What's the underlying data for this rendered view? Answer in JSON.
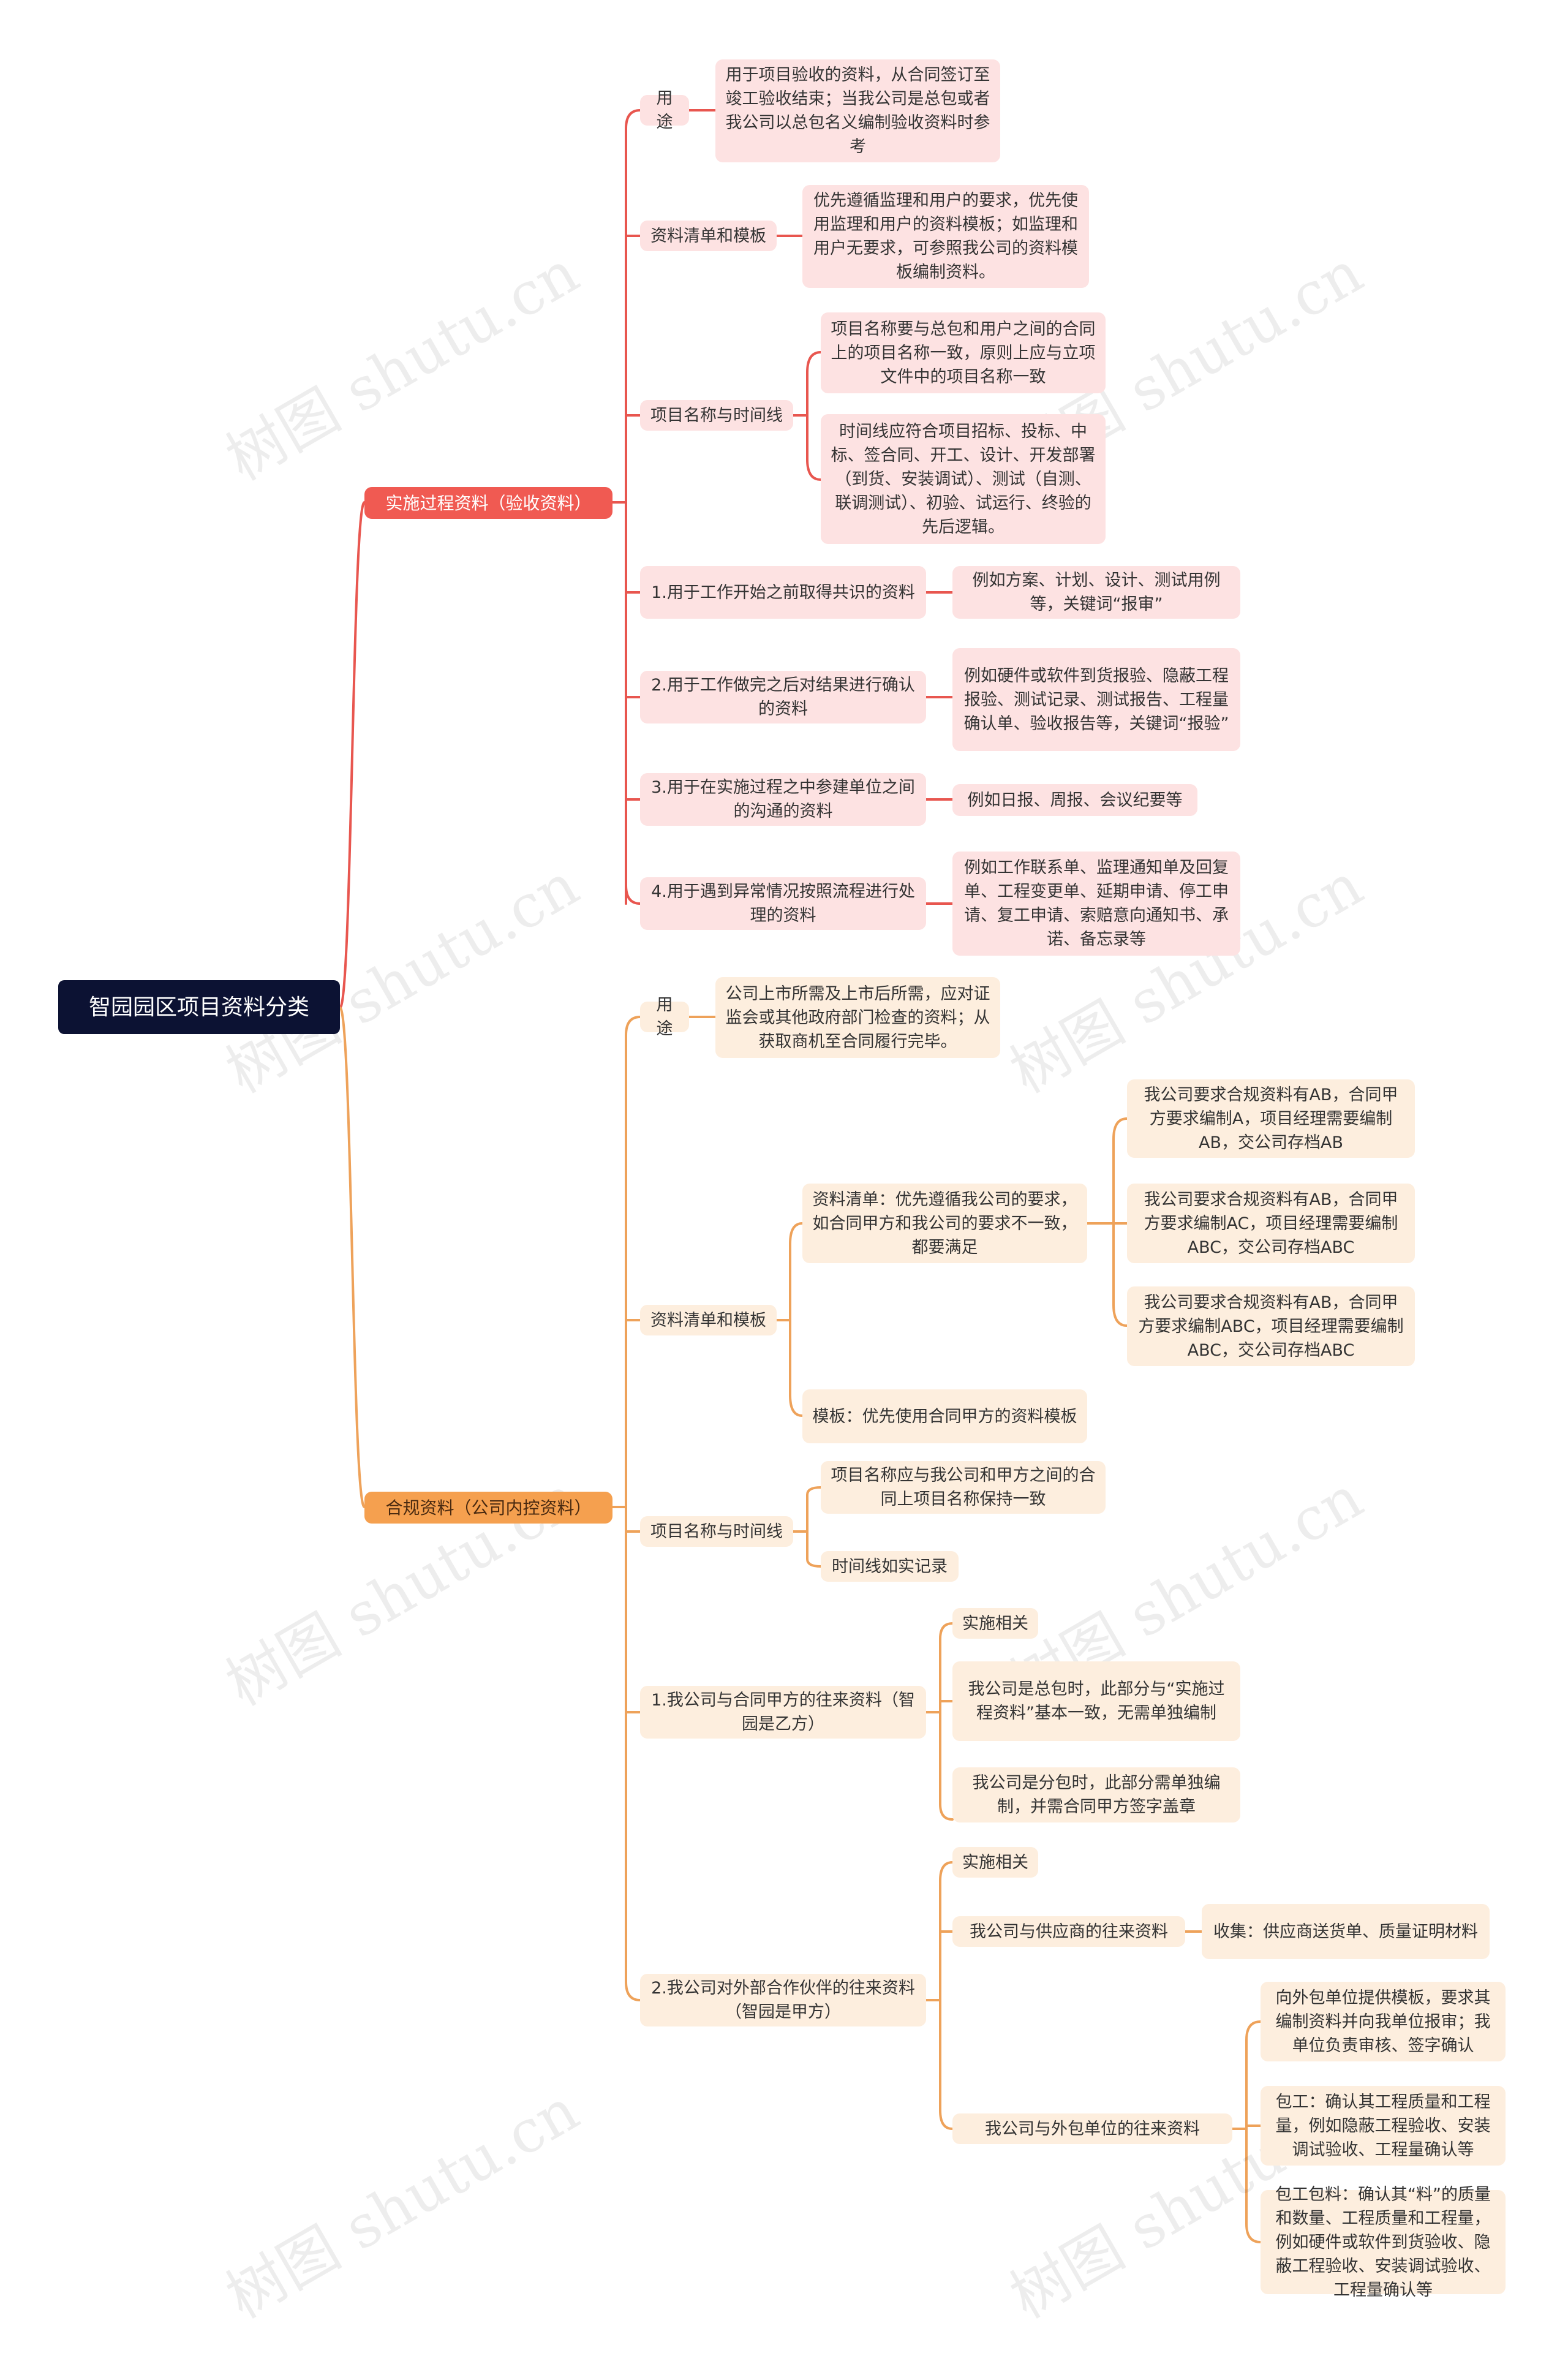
{
  "root": "智园园区项目资料分类",
  "branch1": {
    "label": "实施过程资料（验收资料）",
    "usage": {
      "label": "用途",
      "desc": "用于项目验收的资料，从合同签订至竣工验收结束；当我公司是总包或者我公司以总包名义编制验收资料时参考"
    },
    "list": {
      "label": "资料清单和模板",
      "desc": "优先遵循监理和用户的要求，优先使用监理和用户的资料模板；如监理和用户无要求，可参照我公司的资料模板编制资料。"
    },
    "name": {
      "label": "项目名称与时间线",
      "desc1": "项目名称要与总包和用户之间的合同上的项目名称一致，原则上应与立项文件中的项目名称一致",
      "desc2": "时间线应符合项目招标、投标、中标、签合同、开工、设计、开发部署（到货、安装调试）、测试（自测、联调测试）、初验、试运行、终验的先后逻辑。"
    },
    "item1": {
      "label": "1.用于工作开始之前取得共识的资料",
      "desc": "例如方案、计划、设计、测试用例等，关键词“报审”"
    },
    "item2": {
      "label": "2.用于工作做完之后对结果进行确认的资料",
      "desc": "例如硬件或软件到货报验、隐蔽工程报验、测试记录、测试报告、工程量确认单、验收报告等，关键词“报验”"
    },
    "item3": {
      "label": "3.用于在实施过程之中参建单位之间的沟通的资料",
      "desc": "例如日报、周报、会议纪要等"
    },
    "item4": {
      "label": "4.用于遇到异常情况按照流程进行处理的资料",
      "desc": "例如工作联系单、监理通知单及回复单、工程变更单、延期申请、停工申请、复工申请、索赔意向通知书、承诺、备忘录等"
    }
  },
  "branch2": {
    "label": "合规资料（公司内控资料）",
    "usage": {
      "label": "用途",
      "desc": "公司上市所需及上市后所需，应对证监会或其他政府部门检查的资料；从获取商机至合同履行完毕。"
    },
    "list": {
      "label": "资料清单和模板",
      "req": "资料清单：优先遵循我公司的要求，如合同甲方和我公司的要求不一致，都要满足",
      "req1": "我公司要求合规资料有AB，合同甲方要求编制A，项目经理需要编制AB，交公司存档AB",
      "req2": "我公司要求合规资料有AB，合同甲方要求编制AC，项目经理需要编制ABC，交公司存档ABC",
      "req3": "我公司要求合规资料有AB，合同甲方要求编制ABC，项目经理需要编制ABC，交公司存档ABC",
      "tpl": "模板：优先使用合同甲方的资料模板"
    },
    "name": {
      "label": "项目名称与时间线",
      "desc1": "项目名称应与我公司和甲方之间的合同上项目名称保持一致",
      "desc2": "时间线如实记录"
    },
    "item1": {
      "label": "1.我公司与合同甲方的往来资料（智园是乙方）",
      "c1": "实施相关",
      "c2": "我公司是总包时，此部分与“实施过程资料”基本一致，无需单独编制",
      "c3": "我公司是分包时，此部分需单独编制，并需合同甲方签字盖章"
    },
    "item2": {
      "label": "2.我公司对外部合作伙伴的往来资料（智园是甲方）",
      "c1": "实施相关",
      "sup": "我公司与供应商的往来资料",
      "sup_desc": "收集：供应商送货单、质量证明材料",
      "sub": "我公司与外包单位的往来资料",
      "sub1": "向外包单位提供模板，要求其编制资料并向我单位报审；我单位负责审核、签字确认",
      "sub2": "包工：确认其工程质量和工程量，例如隐蔽工程验收、安装调试验收、工程量确认等",
      "sub3": "包工包料：确认其“料”的质量和数量、工程质量和工程量，例如硬件或软件到货验收、隐蔽工程验收、安装调试验收、工程量确认等"
    }
  },
  "watermark": "树图 shutu.cn",
  "colors": {
    "red_line": "#e8564f",
    "org_line": "#eea25a",
    "root_bg": "#0c1233"
  }
}
